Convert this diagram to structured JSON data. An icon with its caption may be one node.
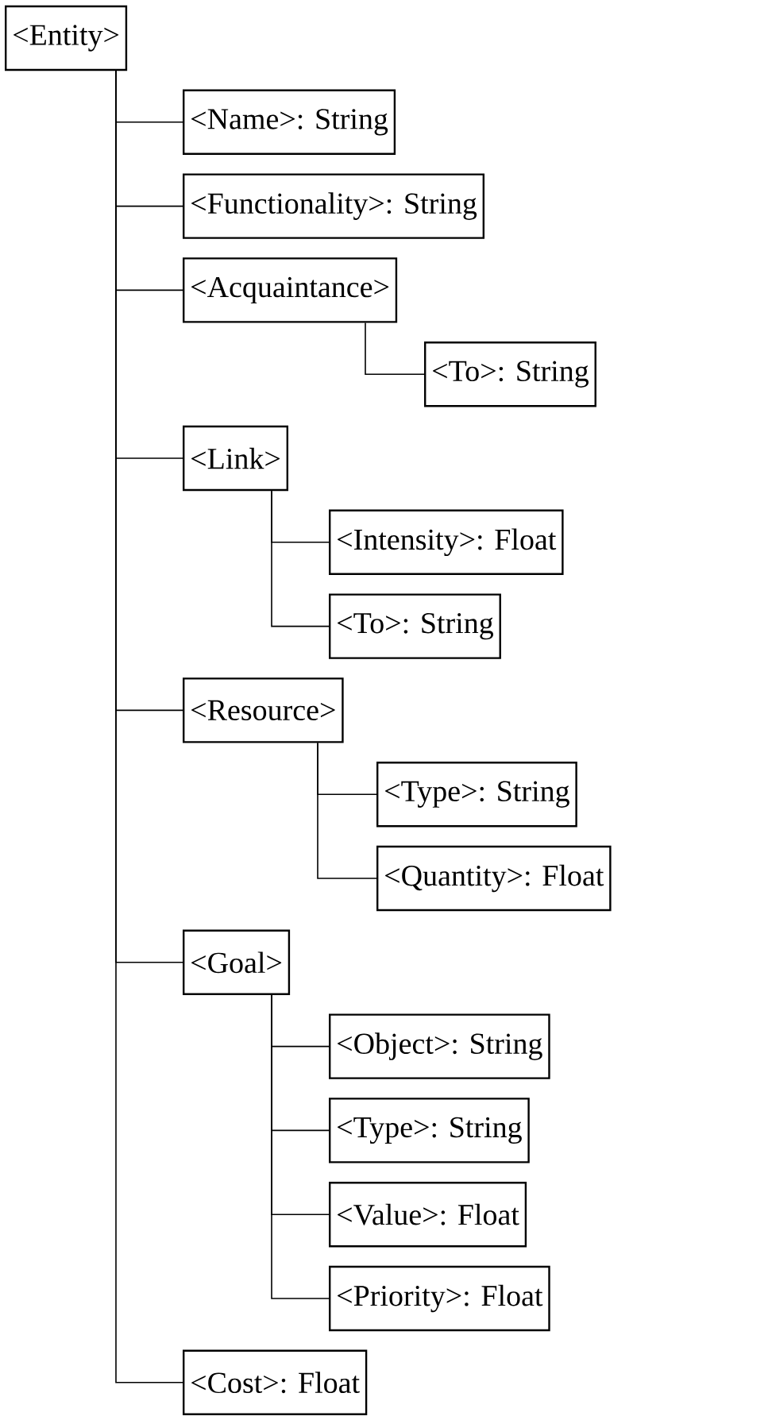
{
  "diagram": {
    "nodes": [
      {
        "text": [
          "<Entity>"
        ]
      },
      {
        "text": [
          "<Name>: String"
        ]
      },
      {
        "text": [
          "<Functionality>: String"
        ]
      },
      {
        "text": [
          "<Acquaintance>"
        ]
      },
      {
        "text": [
          "<To>: String"
        ]
      },
      {
        "text": [
          "<Link>"
        ]
      },
      {
        "text": [
          "<Intensity>: Float"
        ]
      },
      {
        "text": [
          "<To>: String"
        ]
      },
      {
        "text": [
          "<Resource>"
        ]
      },
      {
        "text": [
          "<Type>: String"
        ]
      },
      {
        "text": [
          "<Quantity>: Float"
        ]
      },
      {
        "text": [
          "<Goal>"
        ]
      },
      {
        "text": [
          "<Object>: String"
        ]
      },
      {
        "text": [
          "<Type>: String"
        ]
      },
      {
        "text": [
          "<Value>: Float"
        ]
      },
      {
        "text": [
          "<Priority>: Float"
        ]
      },
      {
        "text": [
          "<Cost>: Float"
        ]
      }
    ],
    "edges": [
      {
        "from": 0,
        "to": 1,
        "arrow": "none"
      },
      {
        "from": 0,
        "to": 2,
        "arrow": "none"
      },
      {
        "from": 0,
        "to": 3,
        "arrow": "none"
      },
      {
        "from": 3,
        "to": 4,
        "arrow": "none"
      },
      {
        "from": 0,
        "to": 5,
        "arrow": "none"
      },
      {
        "from": 5,
        "to": 6,
        "arrow": "none"
      },
      {
        "from": 5,
        "to": 7,
        "arrow": "none"
      },
      {
        "from": 0,
        "to": 8,
        "arrow": "none"
      },
      {
        "from": 8,
        "to": 9,
        "arrow": "none"
      },
      {
        "from": 8,
        "to": 10,
        "arrow": "none"
      },
      {
        "from": 0,
        "to": 11,
        "arrow": "none"
      },
      {
        "from": 11,
        "to": 12,
        "arrow": "none"
      },
      {
        "from": 11,
        "to": 13,
        "arrow": "none"
      },
      {
        "from": 11,
        "to": 14,
        "arrow": "none"
      },
      {
        "from": 11,
        "to": 15,
        "arrow": "none"
      },
      {
        "from": 0,
        "to": 16,
        "arrow": "none"
      }
    ]
  }
}
